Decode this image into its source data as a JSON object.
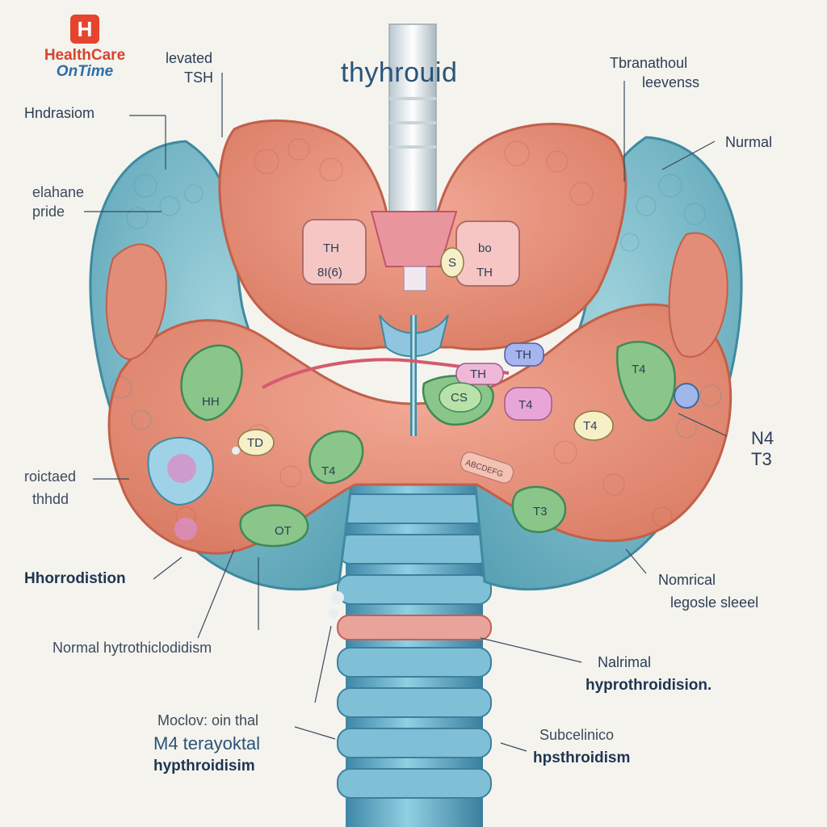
{
  "logo": {
    "badge": "H",
    "line1": "HealthCare",
    "line2": "OnTime"
  },
  "title": "thyhrouid",
  "labels": {
    "levated": "levated",
    "tsh": "TSH",
    "hndrasiom": "Hndrasiom",
    "elahane": "elahane",
    "pride": "pride",
    "tbranathoul": "Tbranathoul",
    "leevenss": "leevenss",
    "normal_top": "Nurmal",
    "roictaed": "roictaed",
    "thhdd": "thhdd",
    "n4": "N4",
    "t3": "T3",
    "hhorrodistion": "Hhorrodistion",
    "nomrical": "Nomrical",
    "legosle_sleeel": "legosle sleeel",
    "normal_hypo": "Normal hytrothiclodidism",
    "nalrimal": "Nalrimal",
    "hyprothroidision": "hyprothroidision.",
    "moclov": "Moclov: oin thal",
    "m4_terayoktal": "M4 terayoktal",
    "hypthroidisim": "hypthroidisim",
    "subcelinico": "Subcelinico",
    "hpsthroidism": "hpsthroidism"
  },
  "gland_tags": {
    "th_left": "TH",
    "sich": "8I(6)",
    "bo": "bo",
    "th_right": "TH",
    "s_tag": "S",
    "th_blue": "TH",
    "th_pink": "TH",
    "cs": "CS",
    "t4_right": "T4",
    "t4_mid": "T4",
    "t4_far": "T4",
    "t3_right": "T3",
    "t4_left_green": "T4",
    "td": "TD",
    "ot": "OT",
    "hh": "HH",
    "blurb": "ABCDEFG"
  },
  "colors": {
    "lobe_blue": "#7ec1cf",
    "lobe_blue_dark": "#4e98ad",
    "tissue_pink": "#e8937f",
    "tissue_pink_dark": "#c9674f",
    "nodule_green": "#8ac68a",
    "trachea_blue": "#5fa4c2",
    "text": "#2c3e55"
  }
}
